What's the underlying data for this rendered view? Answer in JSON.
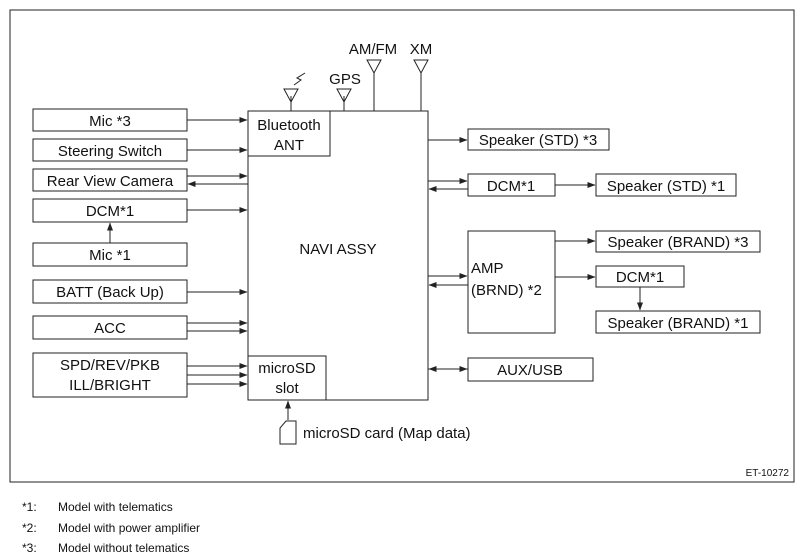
{
  "diagram": {
    "navi": "NAVI ASSY",
    "bluetooth": [
      "Bluetooth",
      "ANT"
    ],
    "microsd_slot": [
      "microSD",
      "slot"
    ],
    "antennas": {
      "amfm": "AM/FM",
      "xm": "XM",
      "gps": "GPS"
    },
    "left_inputs": {
      "mic3": "Mic *3",
      "steering": "Steering Switch",
      "rear_camera": "Rear View Camera",
      "dcm1": "DCM*1",
      "mic1": "Mic *1",
      "batt": "BATT (Back Up)",
      "acc": "ACC",
      "spd": [
        "SPD/REV/PKB",
        "ILL/BRIGHT"
      ]
    },
    "right_side": {
      "speaker_std3": "Speaker (STD) *3",
      "dcm1": "DCM*1",
      "speaker_std1": "Speaker (STD) *1",
      "amp": [
        "AMP",
        "(BRND) *2"
      ],
      "speaker_brand3": "Speaker (BRAND) *3",
      "dcm1_amp": "DCM*1",
      "speaker_brand1": "Speaker (BRAND) *1",
      "aux_usb": "AUX/USB"
    },
    "microsd_card": "microSD card (Map data)",
    "figure_code": "ET-10272"
  },
  "notes": [
    {
      "key": "*1:",
      "text": "Model with telematics"
    },
    {
      "key": "*2:",
      "text": "Model with power amplifier"
    },
    {
      "key": "*3:",
      "text": "Model without telematics"
    }
  ]
}
